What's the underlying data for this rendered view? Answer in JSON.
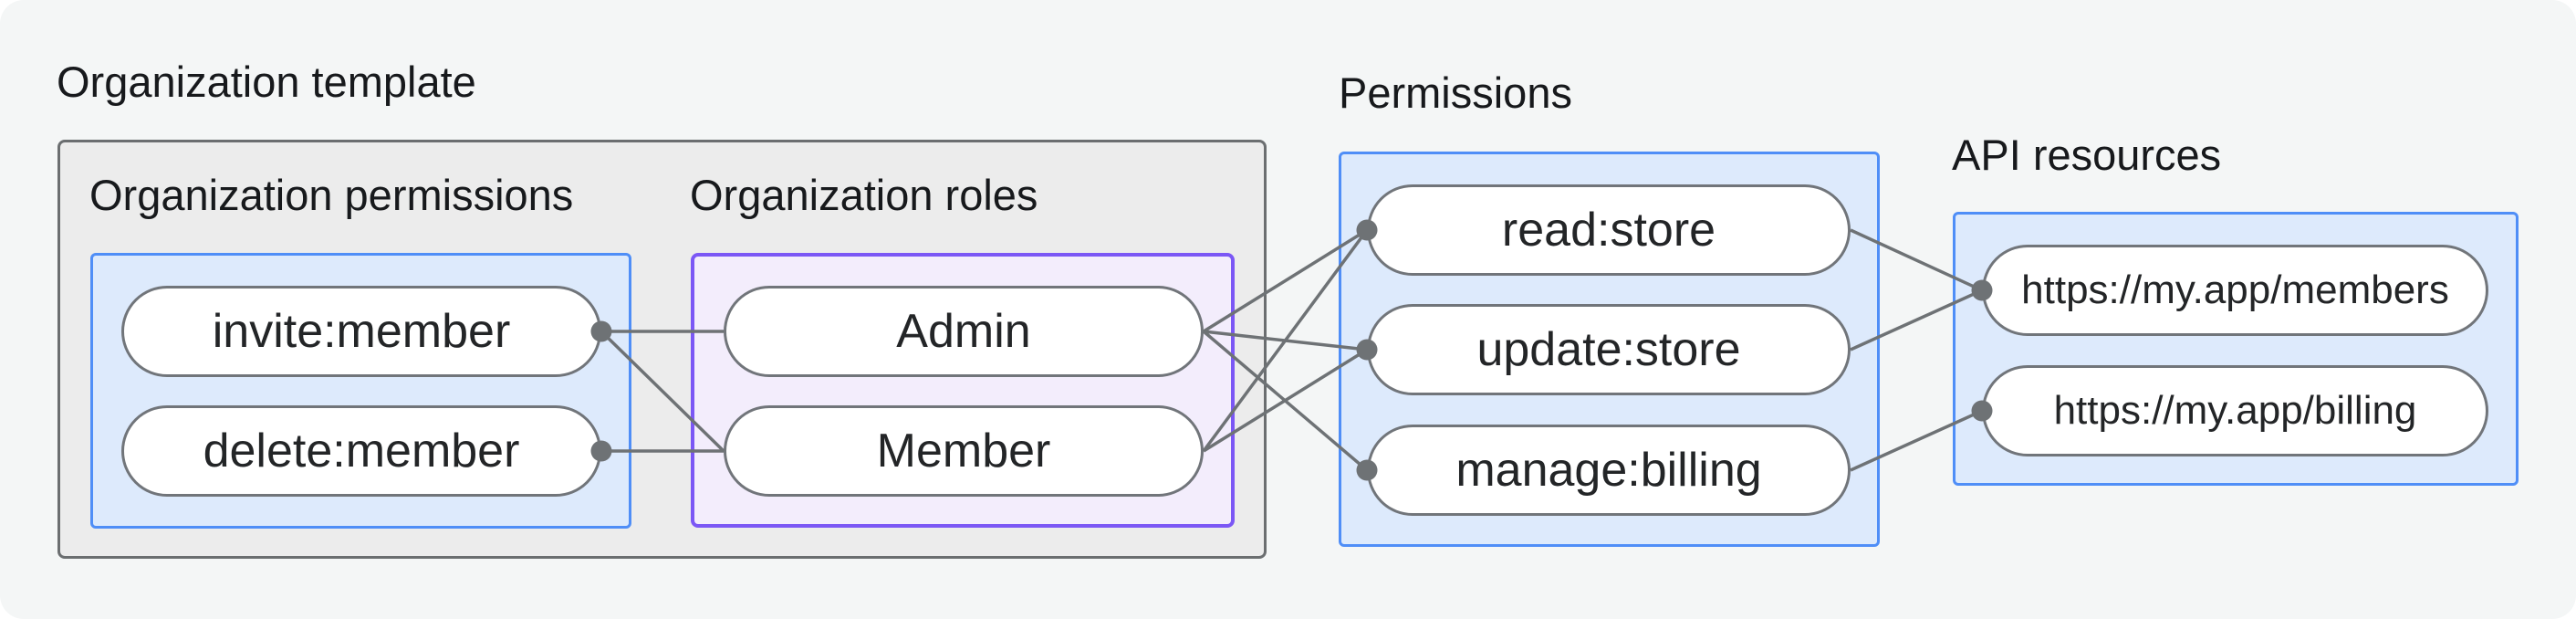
{
  "diagram": {
    "title": "Organization template",
    "sections": {
      "org_permissions": {
        "label": "Organization permissions",
        "nodes": [
          "invite:member",
          "delete:member"
        ]
      },
      "org_roles": {
        "label": "Organization roles",
        "nodes": [
          "Admin",
          "Member"
        ]
      },
      "permissions": {
        "label": "Permissions",
        "nodes": [
          "read:store",
          "update:store",
          "manage:billing"
        ]
      },
      "api_resources": {
        "label": "API resources",
        "nodes": [
          "https://my.app/members",
          "https://my.app/billing"
        ]
      }
    },
    "connections": [
      {
        "from": "invite",
        "to": "admin"
      },
      {
        "from": "invite",
        "to": "member"
      },
      {
        "from": "delete",
        "to": "member"
      },
      {
        "from": "admin",
        "to": "read"
      },
      {
        "from": "admin",
        "to": "update"
      },
      {
        "from": "admin",
        "to": "manage"
      },
      {
        "from": "member",
        "to": "read"
      },
      {
        "from": "member",
        "to": "update"
      },
      {
        "from": "read",
        "to": "members_api"
      },
      {
        "from": "update",
        "to": "members_api"
      },
      {
        "from": "manage",
        "to": "billing_api"
      }
    ],
    "colors": {
      "page_bg": "#f4f6f6",
      "gray_box_fill": "#ececec",
      "gray_box_border": "#6b6e70",
      "blue_box_fill": "#ddeafc",
      "blue_box_border": "#4f8ef7",
      "purple_box_fill": "#f3edfc",
      "purple_box_border": "#7b57f5",
      "pill_border": "#71757a",
      "connector_line": "#6e7275"
    }
  }
}
